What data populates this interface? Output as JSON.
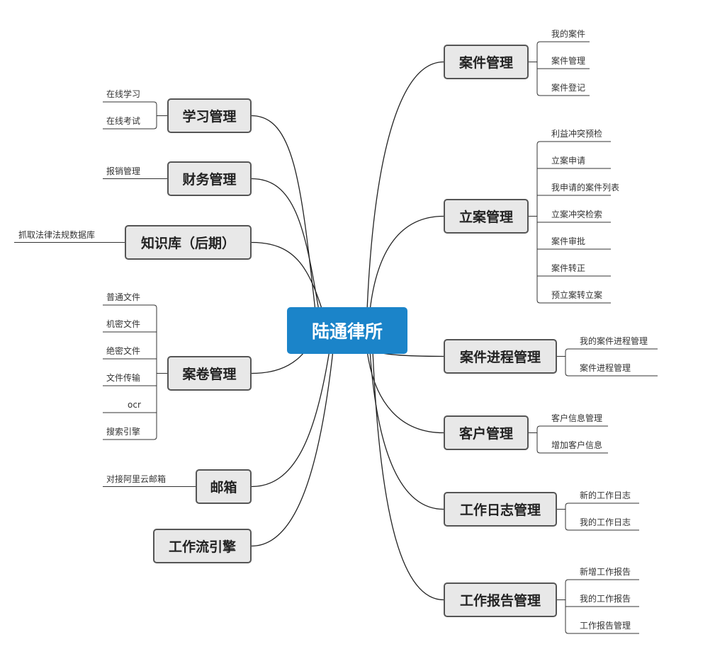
{
  "root": "陆通律所",
  "left": [
    {
      "label": "学习管理",
      "children": [
        "在线学习",
        "在线考试"
      ]
    },
    {
      "label": "财务管理",
      "children": [
        "报销管理"
      ]
    },
    {
      "label": "知识库（后期）",
      "children": [
        "抓取法律法规数据库"
      ]
    },
    {
      "label": "案卷管理",
      "children": [
        "普通文件",
        "机密文件",
        "绝密文件",
        "文件传输",
        "ocr",
        "搜索引擎"
      ]
    },
    {
      "label": "邮箱",
      "children": [
        "对接阿里云邮箱"
      ]
    },
    {
      "label": "工作流引擎",
      "children": []
    }
  ],
  "right": [
    {
      "label": "案件管理",
      "children": [
        "我的案件",
        "案件管理",
        "案件登记"
      ]
    },
    {
      "label": "立案管理",
      "children": [
        "利益冲突预检",
        "立案申请",
        "我申请的案件列表",
        "立案冲突检索",
        "案件审批",
        "案件转正",
        "预立案转立案"
      ]
    },
    {
      "label": "案件进程管理",
      "children": [
        "我的案件进程管理",
        "案件进程管理"
      ]
    },
    {
      "label": "客户管理",
      "children": [
        "客户信息管理",
        "增加客户信息"
      ]
    },
    {
      "label": "工作日志管理",
      "children": [
        "新的工作日志",
        "我的工作日志"
      ]
    },
    {
      "label": "工作报告管理",
      "children": [
        "新增工作报告",
        "我的工作报告",
        "工作报告管理"
      ]
    }
  ],
  "colors": {
    "root_fill": "#1b84c9",
    "branch_fill": "#e8e8e8",
    "branch_border": "#555555",
    "line": "#222222"
  }
}
